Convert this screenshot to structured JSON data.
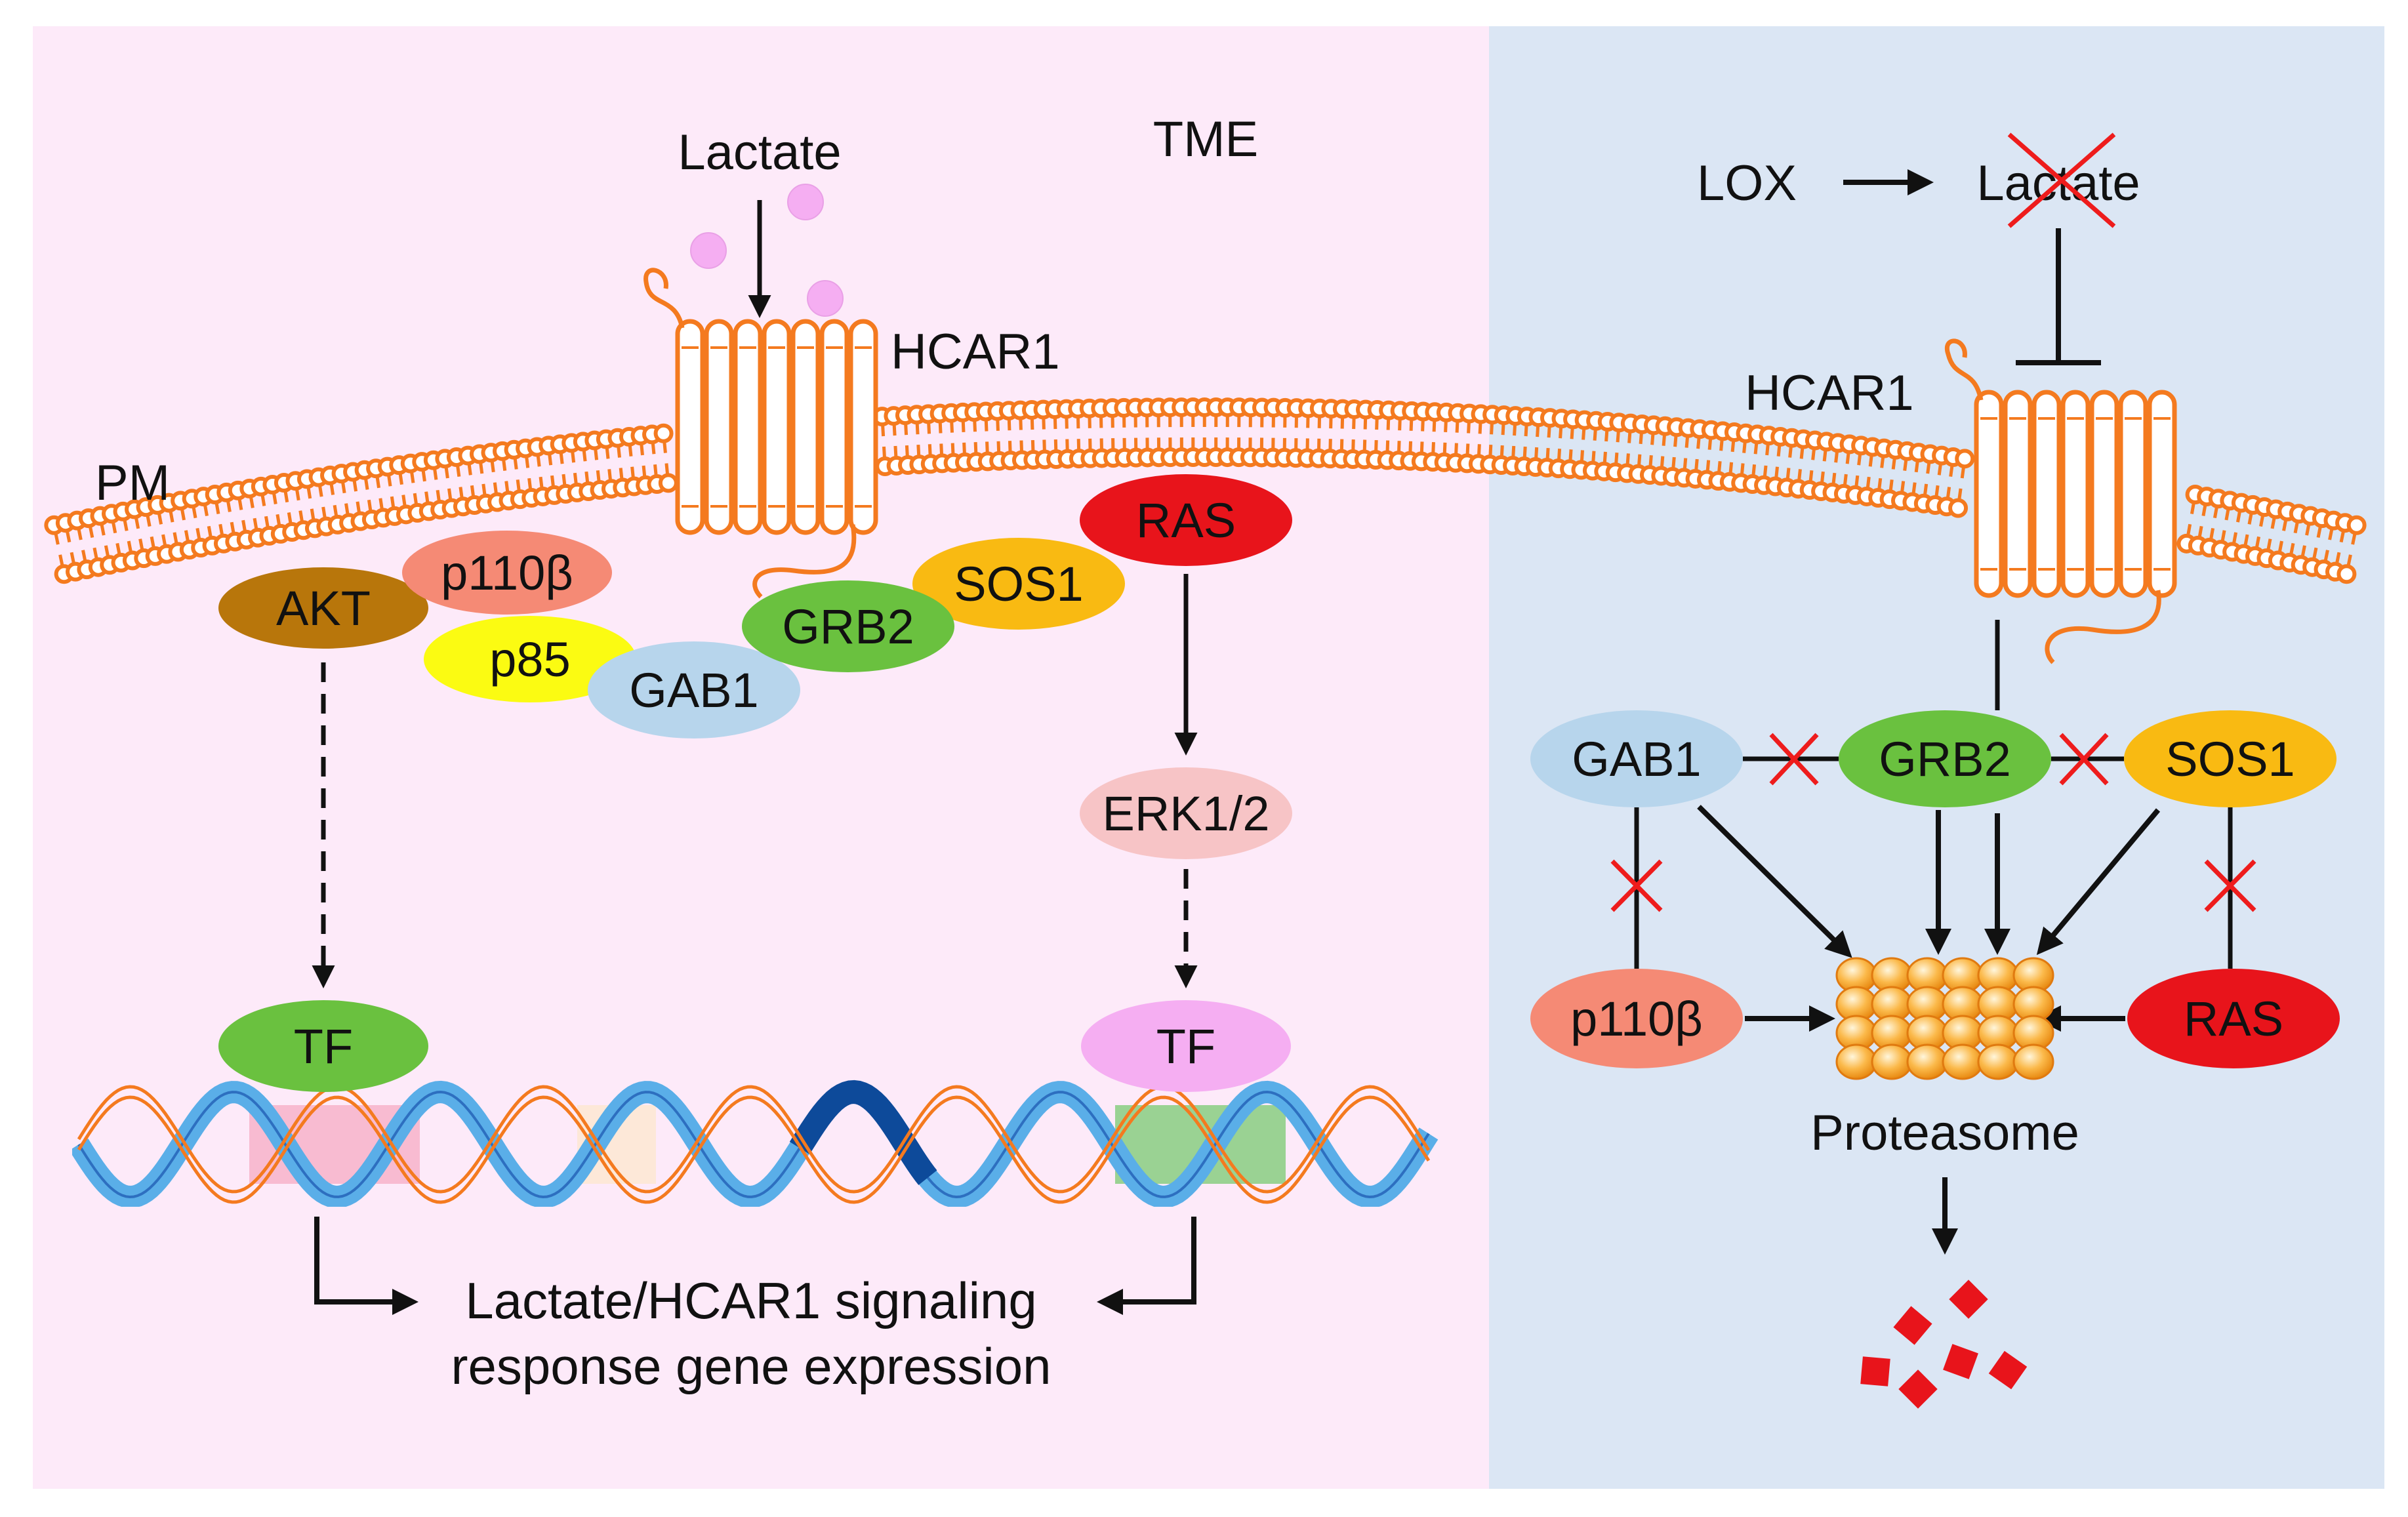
{
  "colors": {
    "left_panel_bg": "#fdeaf9",
    "right_panel_bg": "#dbe6f4",
    "membrane": "#f47a1f",
    "arrow": "#111111",
    "cross": "#ee1c1c",
    "akt": "#b8760b",
    "p110b": "#f58a75",
    "p85": "#fbfb12",
    "gab1": "#b7d5ec",
    "grb2": "#6ac13f",
    "sos1": "#f9ba12",
    "ras": "#e8141b",
    "erk": "#f7c4c6",
    "tf_left": "#6ac13f",
    "tf_right": "#f5aef2",
    "lactate_dot": "#f5aef2",
    "proteasome": "#fbb040",
    "fragment": "#e8141b"
  },
  "icons": {
    "lactate_molecules": "pink-dot-icon",
    "receptor": "seven-transmembrane-receptor-icon",
    "dna": "dna-double-helix-icon",
    "proteasome": "proteasome-icon",
    "fragments": "degraded-protein-fragments-icon",
    "cross": "red-x-inhibition-icon"
  },
  "left": {
    "lactate": "Lactate",
    "tme": "TME",
    "hcar1": "HCAR1",
    "pm": "PM",
    "akt": "AKT",
    "p110b": "p110β",
    "p85": "p85",
    "gab1": "GAB1",
    "grb2": "GRB2",
    "sos1": "SOS1",
    "ras": "RAS",
    "erk": "ERK1/2",
    "tf_left": "TF",
    "tf_right": "TF",
    "output_line1": "Lactate/HCAR1 signaling",
    "output_line2": "response gene expression"
  },
  "right": {
    "lox": "LOX",
    "lactate": "Lactate",
    "hcar1": "HCAR1",
    "gab1": "GAB1",
    "grb2": "GRB2",
    "sos1": "SOS1",
    "p110b": "p110β",
    "ras": "RAS",
    "proteasome": "Proteasome"
  }
}
